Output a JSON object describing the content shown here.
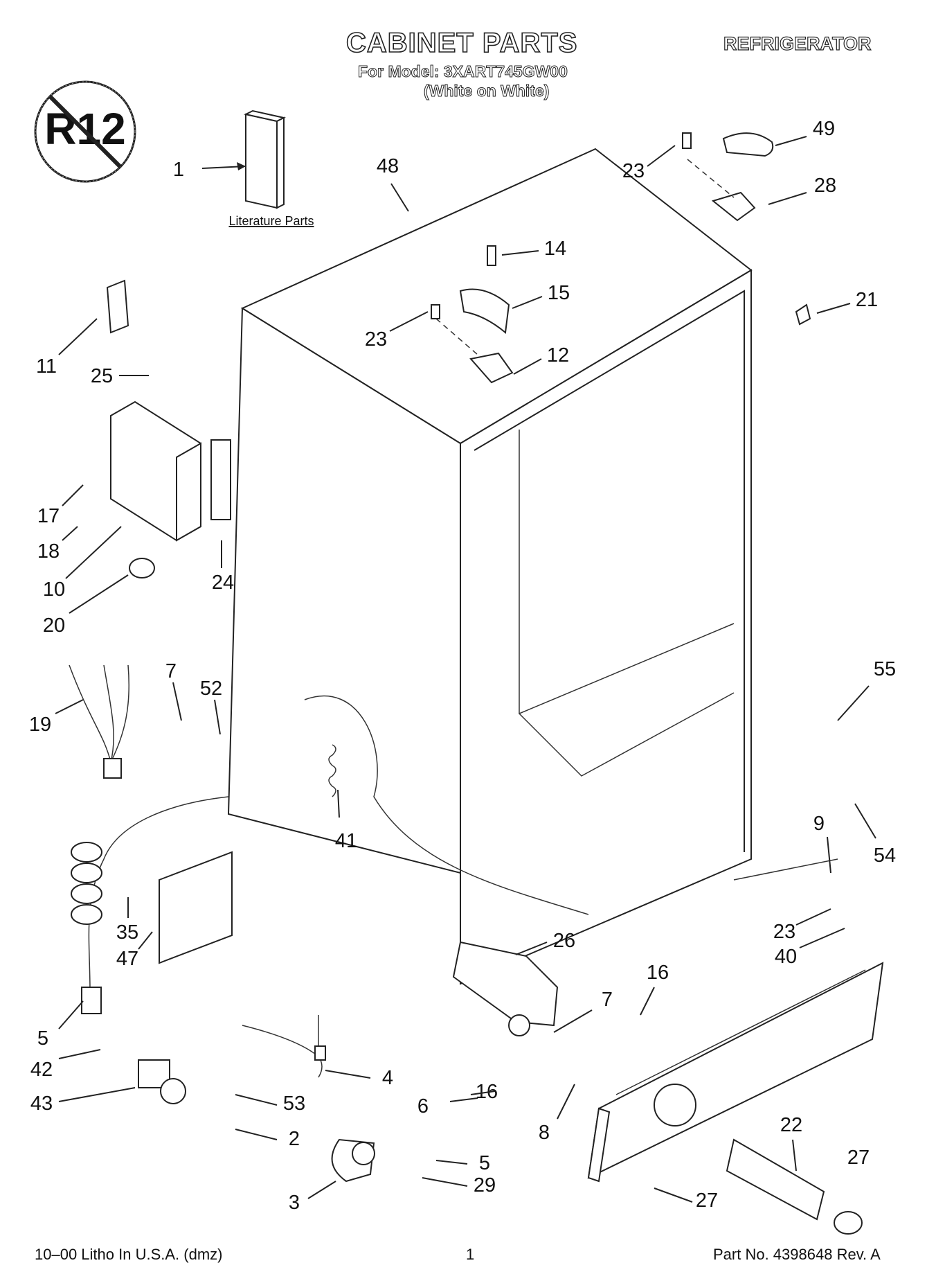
{
  "header": {
    "title": "CABINET PARTS",
    "category": "REFRIGERATOR",
    "model_line": "For Model: 3XART745GW00",
    "variant": "(White on White)"
  },
  "badge": {
    "text": "R12",
    "icon": "no-r12-icon"
  },
  "literature": {
    "label": "Literature Parts"
  },
  "callouts": [
    "1",
    "48",
    "49",
    "23",
    "28",
    "14",
    "15",
    "21",
    "23",
    "12",
    "11",
    "25",
    "17",
    "18",
    "10",
    "24",
    "20",
    "19",
    "7",
    "52",
    "41",
    "55",
    "54",
    "9",
    "35",
    "47",
    "26",
    "16",
    "23",
    "40",
    "5",
    "42",
    "4",
    "43",
    "53",
    "2",
    "3",
    "5",
    "29",
    "7",
    "16",
    "6",
    "8",
    "22",
    "27"
  ],
  "footer": {
    "left": "10–00 Litho In U.S.A. (dmz)",
    "page": "1",
    "right": "Part No. 4398648 Rev. A"
  }
}
